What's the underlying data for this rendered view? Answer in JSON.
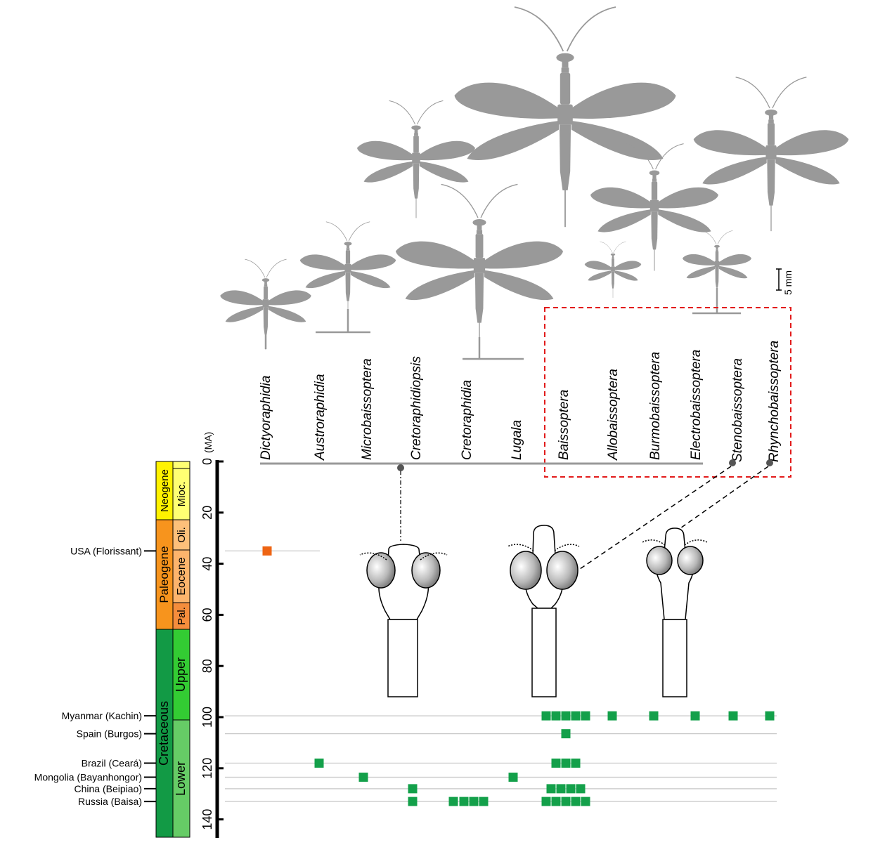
{
  "colors": {
    "neogene": "#fff200",
    "miocene": "#ffff73",
    "paleogene": "#f7941d",
    "oligocene": "#fdc07a",
    "eocene": "#fdb46c",
    "paleocene": "#f58d3c",
    "cretaceous": "#129a45",
    "upper": "#33cc33",
    "lower": "#66cc66",
    "silhouette": "#999999",
    "occurrence_green": "#13a04a",
    "occurrence_orange": "#ee6413",
    "dashed_box": "#e21b1b"
  },
  "axis": {
    "unit": "(MA)",
    "ticks": [
      "0",
      "20",
      "40",
      "60",
      "80",
      "100",
      "120",
      "140"
    ]
  },
  "timescale": {
    "periods": [
      {
        "name": "Neogene",
        "epochs": [
          {
            "name": "Mioc."
          }
        ]
      },
      {
        "name": "Paleogene",
        "epochs": [
          {
            "name": "Oli."
          },
          {
            "name": "Eocene"
          },
          {
            "name": "Pal."
          }
        ]
      },
      {
        "name": "Cretaceous",
        "epochs": [
          {
            "name": "Upper"
          },
          {
            "name": "Lower"
          }
        ]
      }
    ]
  },
  "localities": [
    "USA (Florissant)",
    "Myanmar (Kachin)",
    "Spain (Burgos)",
    "Brazil (Ceará)",
    "Mongolia (Bayanhongor)",
    "China (Beipiao)",
    "Russia (Baisa)"
  ],
  "genera": [
    "Dictyoraphidia",
    "Austroraphidia",
    "Microbaissoptera",
    "Cretoraphidiopsis",
    "Cretoraphidia",
    "Lugala",
    "Baissoptera",
    "Allobaissoptera",
    "Burmobaissoptera",
    "Electrobaissoptera",
    "Stenobaissoptera",
    "Rhynchobaissoptera"
  ],
  "scale_bar": "5 mm"
}
